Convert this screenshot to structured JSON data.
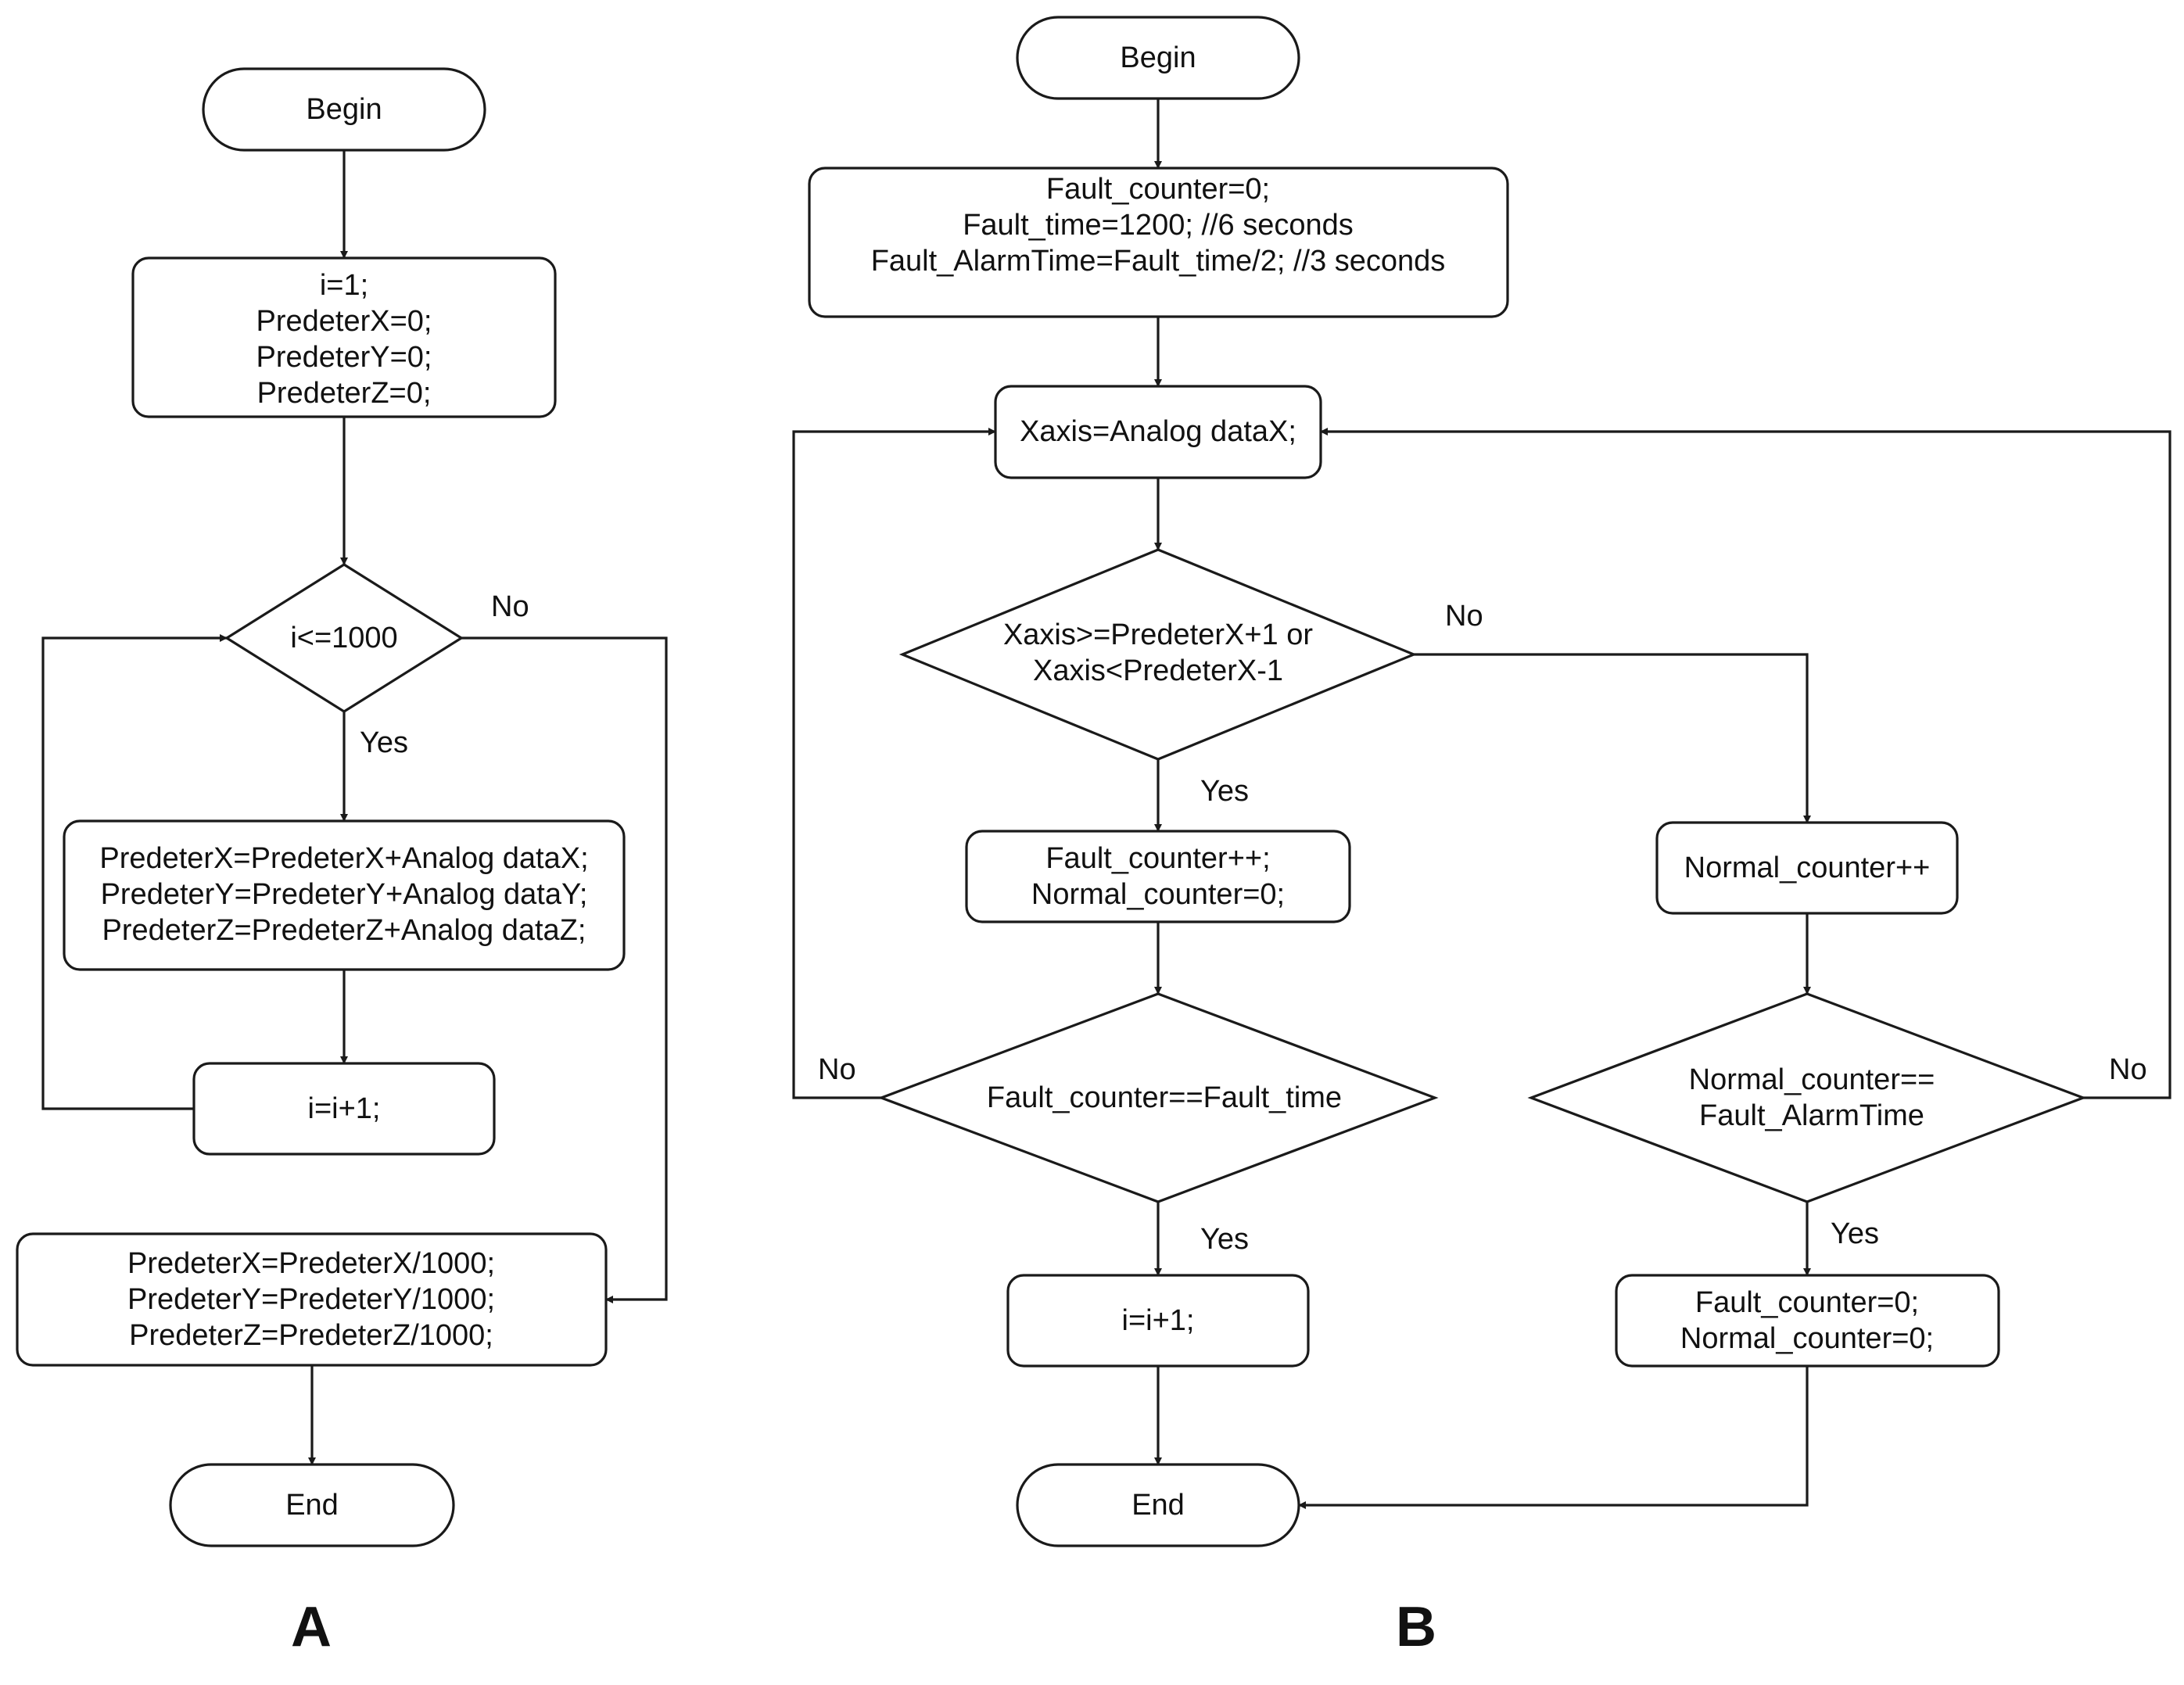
{
  "panel_a": {
    "label": "A",
    "begin": "Begin",
    "init": [
      "i=1;",
      "PredeterX=0;",
      "PredeterY=0;",
      "PredeterZ=0;"
    ],
    "condition": "i<=1000",
    "yes": "Yes",
    "no": "No",
    "accumulate": [
      "PredeterX=PredeterX+Analog dataX;",
      "PredeterY=PredeterY+Analog dataY;",
      "PredeterZ=PredeterZ+Analog dataZ;"
    ],
    "increment": "i=i+1;",
    "average": [
      "PredeterX=PredeterX/1000;",
      "PredeterY=PredeterY/1000;",
      "PredeterZ=PredeterZ/1000;"
    ],
    "end": "End"
  },
  "panel_b": {
    "label": "B",
    "begin": "Begin",
    "init": [
      "Fault_counter=0;",
      "Fault_time=1200; //6 seconds",
      "Fault_AlarmTime=Fault_time/2; //3 seconds"
    ],
    "read": "Xaxis=Analog dataX;",
    "range_check": [
      "Xaxis>=PredeterX+1 or",
      "Xaxis<PredeterX-1"
    ],
    "range_yes": "Yes",
    "range_no": "No",
    "fault_inc": [
      "Fault_counter++;",
      "Normal_counter=0;"
    ],
    "normal_inc": "Normal_counter++",
    "fault_check": "Fault_counter==Fault_time",
    "fault_yes": "Yes",
    "fault_no": "No",
    "normal_check": [
      "Normal_counter==",
      "Fault_AlarmTime"
    ],
    "normal_yes": "Yes",
    "normal_no": "No",
    "increment": "i=i+1;",
    "reset": [
      "Fault_counter=0;",
      "Normal_counter=0;"
    ],
    "end": "End"
  }
}
